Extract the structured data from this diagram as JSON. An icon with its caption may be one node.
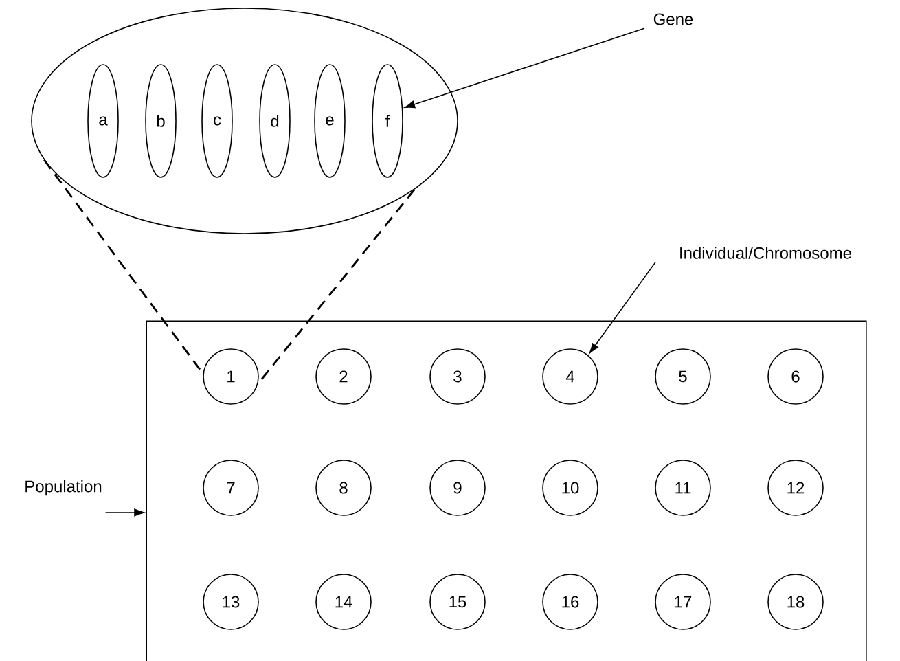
{
  "diagram": {
    "nodes": [
      {
        "text": [],
        "shape": "ellipse"
      },
      {
        "text": [
          "a"
        ],
        "in": 0
      },
      {
        "text": [
          "b"
        ],
        "in": 0
      },
      {
        "text": [
          "c"
        ],
        "in": 0
      },
      {
        "text": [
          "d"
        ],
        "in": 0
      },
      {
        "text": [
          "e"
        ],
        "in": 0
      },
      {
        "text": [
          "f"
        ],
        "in": 0
      },
      {
        "text": [
          "Gene"
        ]
      },
      {
        "text": [
          "Individual/Chromosome"
        ]
      },
      {
        "text": [
          "Population"
        ]
      },
      {
        "text": [],
        "shape": "box"
      },
      {
        "text": [
          "1"
        ],
        "in": 10
      },
      {
        "text": [
          "2"
        ],
        "in": 10
      },
      {
        "text": [
          "3"
        ],
        "in": 10
      },
      {
        "text": [
          "4"
        ],
        "in": 10
      },
      {
        "text": [
          "5"
        ],
        "in": 10
      },
      {
        "text": [
          "6"
        ],
        "in": 10
      },
      {
        "text": [
          "7"
        ],
        "in": 10
      },
      {
        "text": [
          "8"
        ],
        "in": 10
      },
      {
        "text": [
          "9"
        ],
        "in": 10
      },
      {
        "text": [
          "10"
        ],
        "in": 10
      },
      {
        "text": [
          "11"
        ],
        "in": 10
      },
      {
        "text": [
          "12"
        ],
        "in": 10
      },
      {
        "text": [
          "13"
        ],
        "in": 10
      },
      {
        "text": [
          "14"
        ],
        "in": 10
      },
      {
        "text": [
          "15"
        ],
        "in": 10
      },
      {
        "text": [
          "16"
        ],
        "in": 10
      },
      {
        "text": [
          "17"
        ],
        "in": 10
      },
      {
        "text": [
          "18"
        ],
        "in": 10
      }
    ],
    "edges": [
      {
        "from": 7,
        "to": 6,
        "arrow": "to"
      },
      {
        "from": 8,
        "to": 14,
        "arrow": "to"
      },
      {
        "from": 9,
        "to": 10,
        "arrow": "to"
      },
      {
        "from": 0,
        "to": 11,
        "arrow": "none",
        "style": "dashed"
      },
      {
        "from": 0,
        "to": 11,
        "arrow": "none",
        "style": "dashed"
      }
    ]
  }
}
